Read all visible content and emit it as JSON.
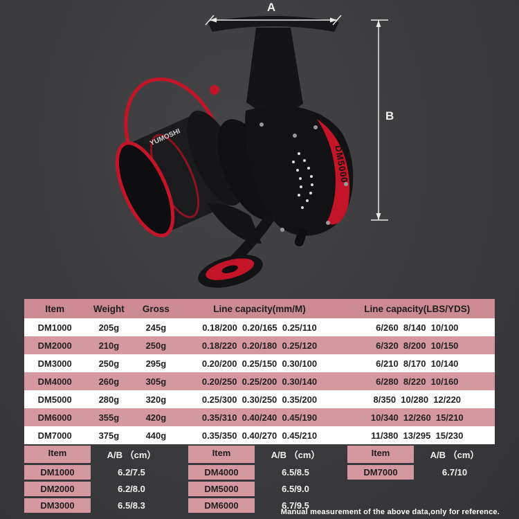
{
  "colors": {
    "background": "#3a3a3c",
    "pink_header": "#cc8a92",
    "pink_row": "#d698a0",
    "white_row": "#ffffff",
    "accent_red": "#c41427",
    "text_dark": "#222222",
    "text_light": "#f2f2f2"
  },
  "diagram": {
    "dimension_a_label": "A",
    "dimension_b_label": "B",
    "model_text": "DM5000",
    "brand_text": "YUMOSHI"
  },
  "main_table": {
    "headers": [
      "Item",
      "Weight",
      "Gross",
      "Line capacity(mm/M)",
      "Line capacity(LBS/YDS)"
    ],
    "rows": [
      {
        "item": "DM1000",
        "weight": "205g",
        "gross": "245g",
        "mm": "0.18/200  0.20/165  0.25/110",
        "lbs": "6/260  8/140  10/100"
      },
      {
        "item": "DM2000",
        "weight": "210g",
        "gross": "250g",
        "mm": "0.18/220  0.20/180  0.25/120",
        "lbs": "6/320  8/200  10/150"
      },
      {
        "item": "DM3000",
        "weight": "250g",
        "gross": "295g",
        "mm": "0.20/200  0.25/150  0.30/100",
        "lbs": "6/210  8/170  10/140"
      },
      {
        "item": "DM4000",
        "weight": "260g",
        "gross": "305g",
        "mm": "0.20/250  0.25/200  0.30/140",
        "lbs": "6/280  8/220  10/160"
      },
      {
        "item": "DM5000",
        "weight": "280g",
        "gross": "320g",
        "mm": "0.25/300  0.30/250  0.35/200",
        "lbs": "8/350  10/280  12/220"
      },
      {
        "item": "DM6000",
        "weight": "355g",
        "gross": "420g",
        "mm": "0.35/310  0.40/240  0.45/190",
        "lbs": "10/340  12/260  15/210"
      },
      {
        "item": "DM7000",
        "weight": "375g",
        "gross": "440g",
        "mm": "0.35/350  0.40/270  0.45/210",
        "lbs": "11/380  13/295  15/230"
      }
    ]
  },
  "size_tables": [
    {
      "header_item": "Item",
      "header_ab": "A/B （cm）",
      "rows": [
        {
          "item": "DM1000",
          "ab": "6.2/7.5"
        },
        {
          "item": "DM2000",
          "ab": "6.2/8.0"
        },
        {
          "item": "DM3000",
          "ab": "6.5/8.3"
        }
      ]
    },
    {
      "header_item": "Item",
      "header_ab": "A/B （cm）",
      "rows": [
        {
          "item": "DM4000",
          "ab": "6.5/8.5"
        },
        {
          "item": "DM5000",
          "ab": "6.5/9.0"
        },
        {
          "item": "DM6000",
          "ab": "6.7/9.5"
        }
      ]
    },
    {
      "header_item": "Item",
      "header_ab": "A/B （cm）",
      "rows": [
        {
          "item": "DM7000",
          "ab": "6.7/10"
        }
      ]
    }
  ],
  "note": "Manual measurement of the above data,only for reference."
}
